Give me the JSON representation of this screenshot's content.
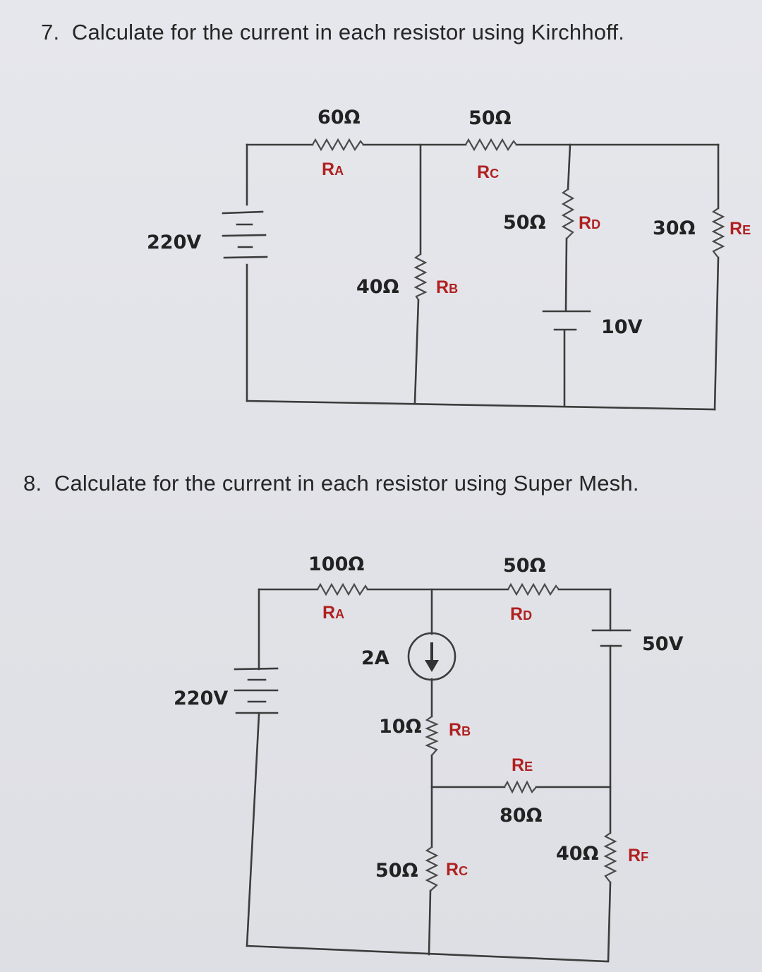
{
  "q7": {
    "number": "7.",
    "text": "Calculate for the current in each resistor using Kirchhoff."
  },
  "q8": {
    "number": "8.",
    "text": "Calculate for the current in each resistor using Super Mesh."
  },
  "circuit7": {
    "source_main": "220V",
    "source_branch": "10V",
    "resistors": [
      {
        "name": "RA",
        "letter": "R",
        "sub": "A",
        "value": "60Ω"
      },
      {
        "name": "RC",
        "letter": "R",
        "sub": "C",
        "value": "50Ω"
      },
      {
        "name": "RD",
        "letter": "R",
        "sub": "D",
        "value": "50Ω"
      },
      {
        "name": "RE",
        "letter": "R",
        "sub": "E",
        "value": "30Ω"
      },
      {
        "name": "RB",
        "letter": "R",
        "sub": "B",
        "value": "40Ω"
      }
    ]
  },
  "circuit8": {
    "source_main": "220V",
    "source_branch": "50V",
    "current_source": "2A",
    "resistors": [
      {
        "name": "RA",
        "letter": "R",
        "sub": "A",
        "value": "100Ω"
      },
      {
        "name": "RD",
        "letter": "R",
        "sub": "D",
        "value": "50Ω"
      },
      {
        "name": "RB",
        "letter": "R",
        "sub": "B",
        "value": "10Ω"
      },
      {
        "name": "RE",
        "letter": "R",
        "sub": "E",
        "value": "80Ω"
      },
      {
        "name": "RF",
        "letter": "R",
        "sub": "F",
        "value": "40Ω"
      },
      {
        "name": "RC",
        "letter": "R",
        "sub": "C",
        "value": "50Ω"
      }
    ]
  }
}
